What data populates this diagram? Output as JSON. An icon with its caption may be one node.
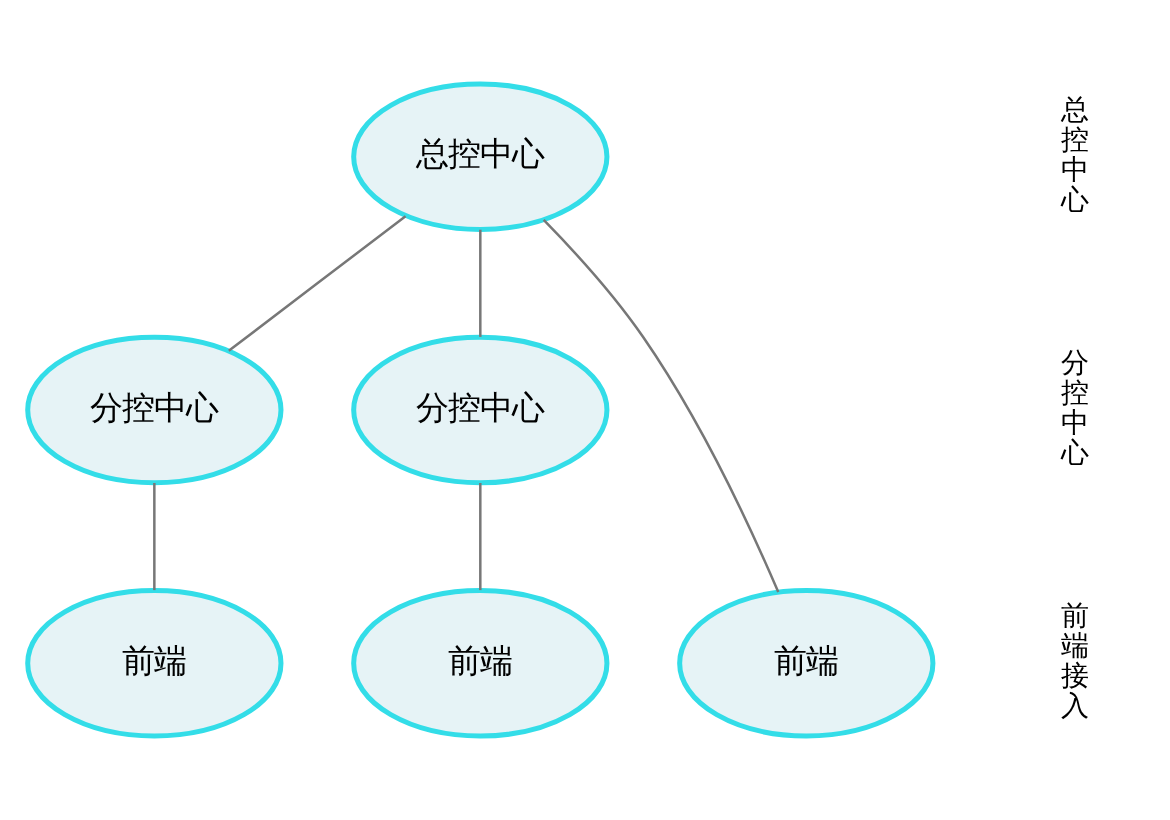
{
  "diagram": {
    "nodes": [
      {
        "text": [
          "总控中心"
        ]
      },
      {
        "text": [
          "分控中心"
        ]
      },
      {
        "text": [
          "分控中心"
        ]
      },
      {
        "text": [
          "前端"
        ]
      },
      {
        "text": [
          "前端"
        ]
      },
      {
        "text": [
          "前端"
        ]
      }
    ],
    "edges": [
      {
        "from": 0,
        "to": 1,
        "arrow": "none"
      },
      {
        "from": 0,
        "to": 4,
        "arrow": "none"
      },
      {
        "from": 0,
        "to": 2,
        "arrow": "none"
      },
      {
        "from": 1,
        "to": 3,
        "arrow": "none"
      },
      {
        "from": 2,
        "to": 5,
        "arrow": "none"
      }
    ],
    "labels": [
      "总控中心",
      "分控中心",
      "前端接入"
    ]
  }
}
